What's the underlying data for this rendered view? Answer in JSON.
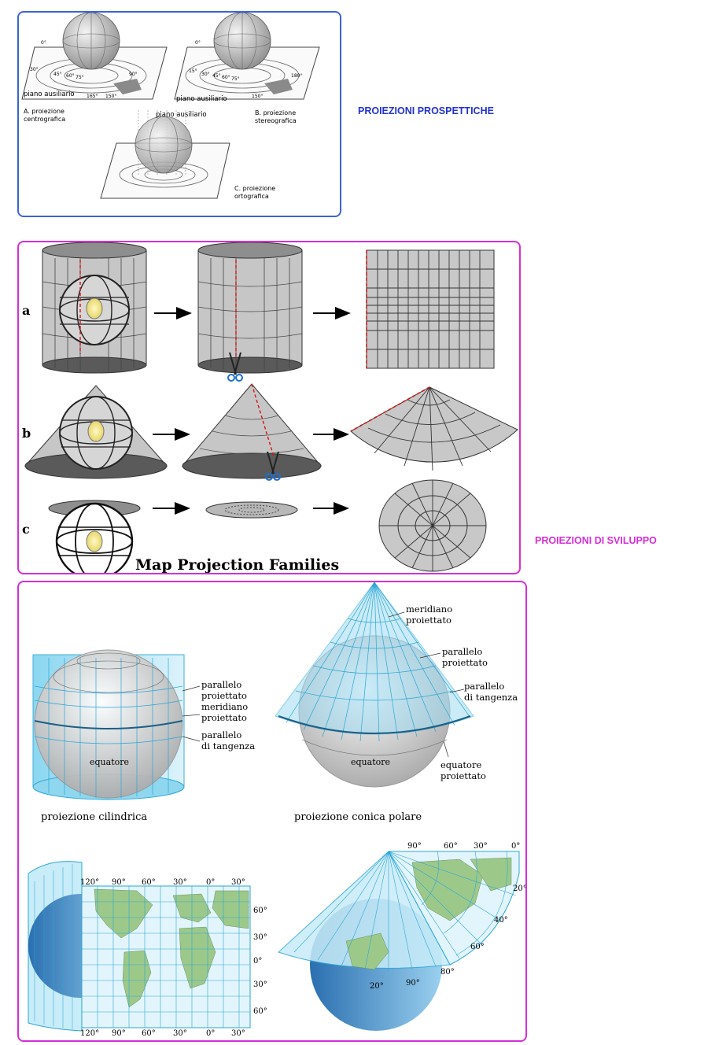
{
  "labels": {
    "prospettiche": "PROIEZIONI PROSPETTICHE",
    "sviluppo": "PROIEZIONI DI SVILUPPO"
  },
  "prospettiche": {
    "piano_a": "piano ausiliario",
    "piano_b": "piano ausiliario",
    "piano_c": "piano ausiliario",
    "caption_a": [
      "A. proiezione",
      "centrografica"
    ],
    "caption_b": [
      "B. proiezione",
      "stereografica"
    ],
    "caption_c": [
      "C. proiezione",
      "ortografica"
    ],
    "angles_a": [
      "0°",
      "30°",
      "45°",
      "60°",
      "75°",
      "90°",
      "165°",
      "150°"
    ],
    "angles_b": [
      "0°",
      "15°",
      "30°",
      "45°",
      "60°",
      "75°",
      "150°",
      "180°"
    ]
  },
  "families": {
    "title": "Map Projection Families",
    "row_a": "a",
    "row_b": "b",
    "row_c": "c"
  },
  "cylcone": {
    "cil_labels": [
      "parallelo",
      "proiettato",
      "meridiano",
      "proiettato",
      "parallelo",
      "di tangenza"
    ],
    "cil_equator": "equatore",
    "cil_caption": "proiezione cilindrica",
    "con_meridiano": [
      "meridiano",
      "proiettato"
    ],
    "con_parallelo": [
      "parallelo",
      "proiettato"
    ],
    "con_tangenza": [
      "parallelo",
      "di tangenza"
    ],
    "con_equatore_proj": [
      "equatore",
      "proiettato"
    ],
    "con_equator": "equatore",
    "con_caption": "proiezione conica polare"
  },
  "maps": {
    "cyl_top": [
      "120°",
      "90°",
      "60°",
      "30°",
      "0°",
      "30°"
    ],
    "cyl_bottom": [
      "120°",
      "90°",
      "60°",
      "30°",
      "0°",
      "30°"
    ],
    "cyl_right": [
      "60°",
      "30°",
      "0°",
      "30°",
      "60°"
    ],
    "con_top": [
      "90°",
      "60°",
      "30°",
      "0°"
    ],
    "con_right": [
      "20°",
      "40°",
      "60°",
      "80°"
    ],
    "con_bottom": [
      "20°",
      "90°"
    ]
  }
}
